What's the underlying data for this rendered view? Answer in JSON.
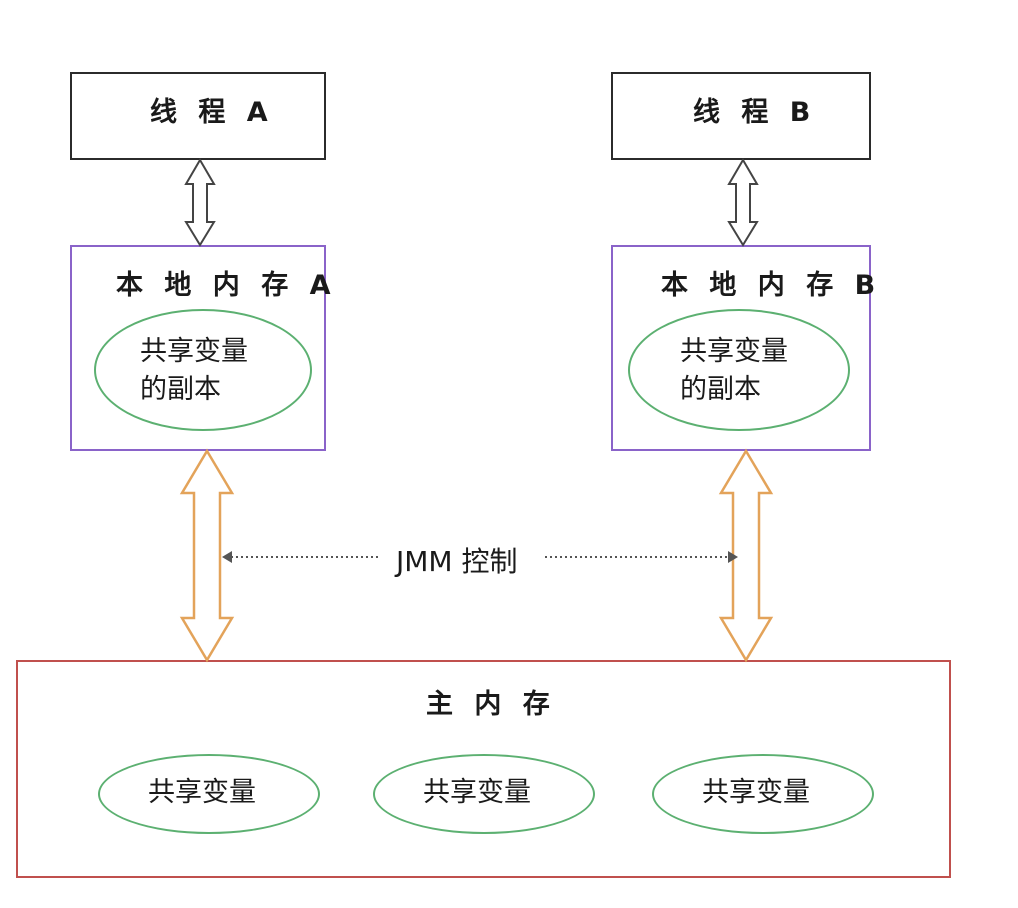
{
  "thread_a": {
    "label": "线 程 A"
  },
  "thread_b": {
    "label": "线 程 B"
  },
  "local_a": {
    "label": "本 地 内 存 A",
    "copy_line1": "共享变量",
    "copy_line2": "的副本"
  },
  "local_b": {
    "label": "本 地 内 存 B",
    "copy_line1": "共享变量",
    "copy_line2": "的副本"
  },
  "jmm": {
    "label": "JMM 控制"
  },
  "main_memory": {
    "label": "主 内 存",
    "variables": [
      "共享变量",
      "共享变量",
      "共享变量"
    ]
  },
  "colors": {
    "thread_border": "#2b2b2b",
    "local_border": "#8a63c9",
    "main_border": "#c0504d",
    "ellipse_border": "#5cb071",
    "orange_arrow": "#e3a35a",
    "dark_arrow": "#444444"
  }
}
